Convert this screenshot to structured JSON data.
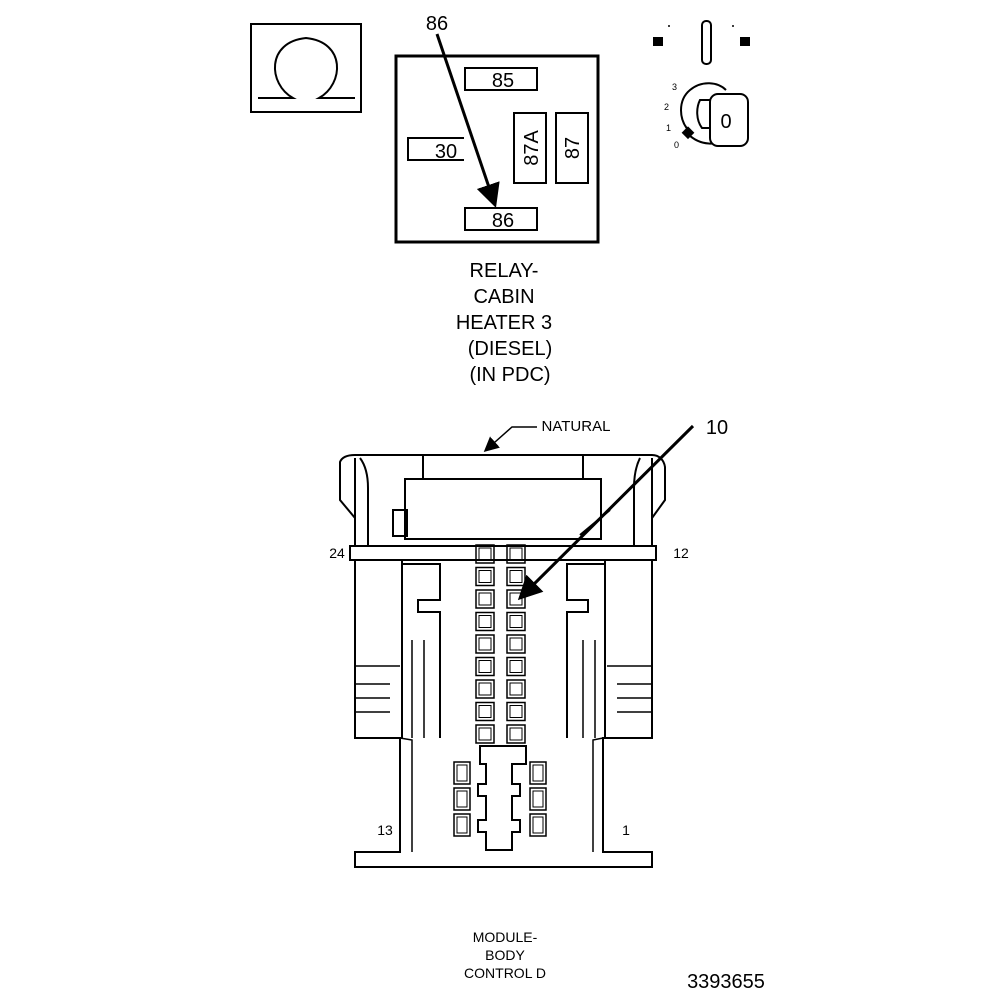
{
  "relay": {
    "pin_labels": {
      "p85": "85",
      "p86": "86",
      "p30": "30",
      "p87a": "87A",
      "p87": "87"
    },
    "callout": "86",
    "caption": [
      "RELAY-",
      "CABIN",
      "HEATER 3",
      "(DIESEL)",
      "(IN PDC)"
    ]
  },
  "ignition": {
    "positions": [
      "3",
      "2",
      "1",
      "0"
    ],
    "key_label": "0"
  },
  "connector": {
    "material": "NATURAL",
    "callout": "10",
    "pin_numbers": {
      "top_left": "24",
      "top_right": "12",
      "bottom_left": "13",
      "bottom_right": "1"
    },
    "caption": [
      "MODULE-",
      "BODY",
      "CONTROL D"
    ]
  },
  "figure_id": "3393655"
}
